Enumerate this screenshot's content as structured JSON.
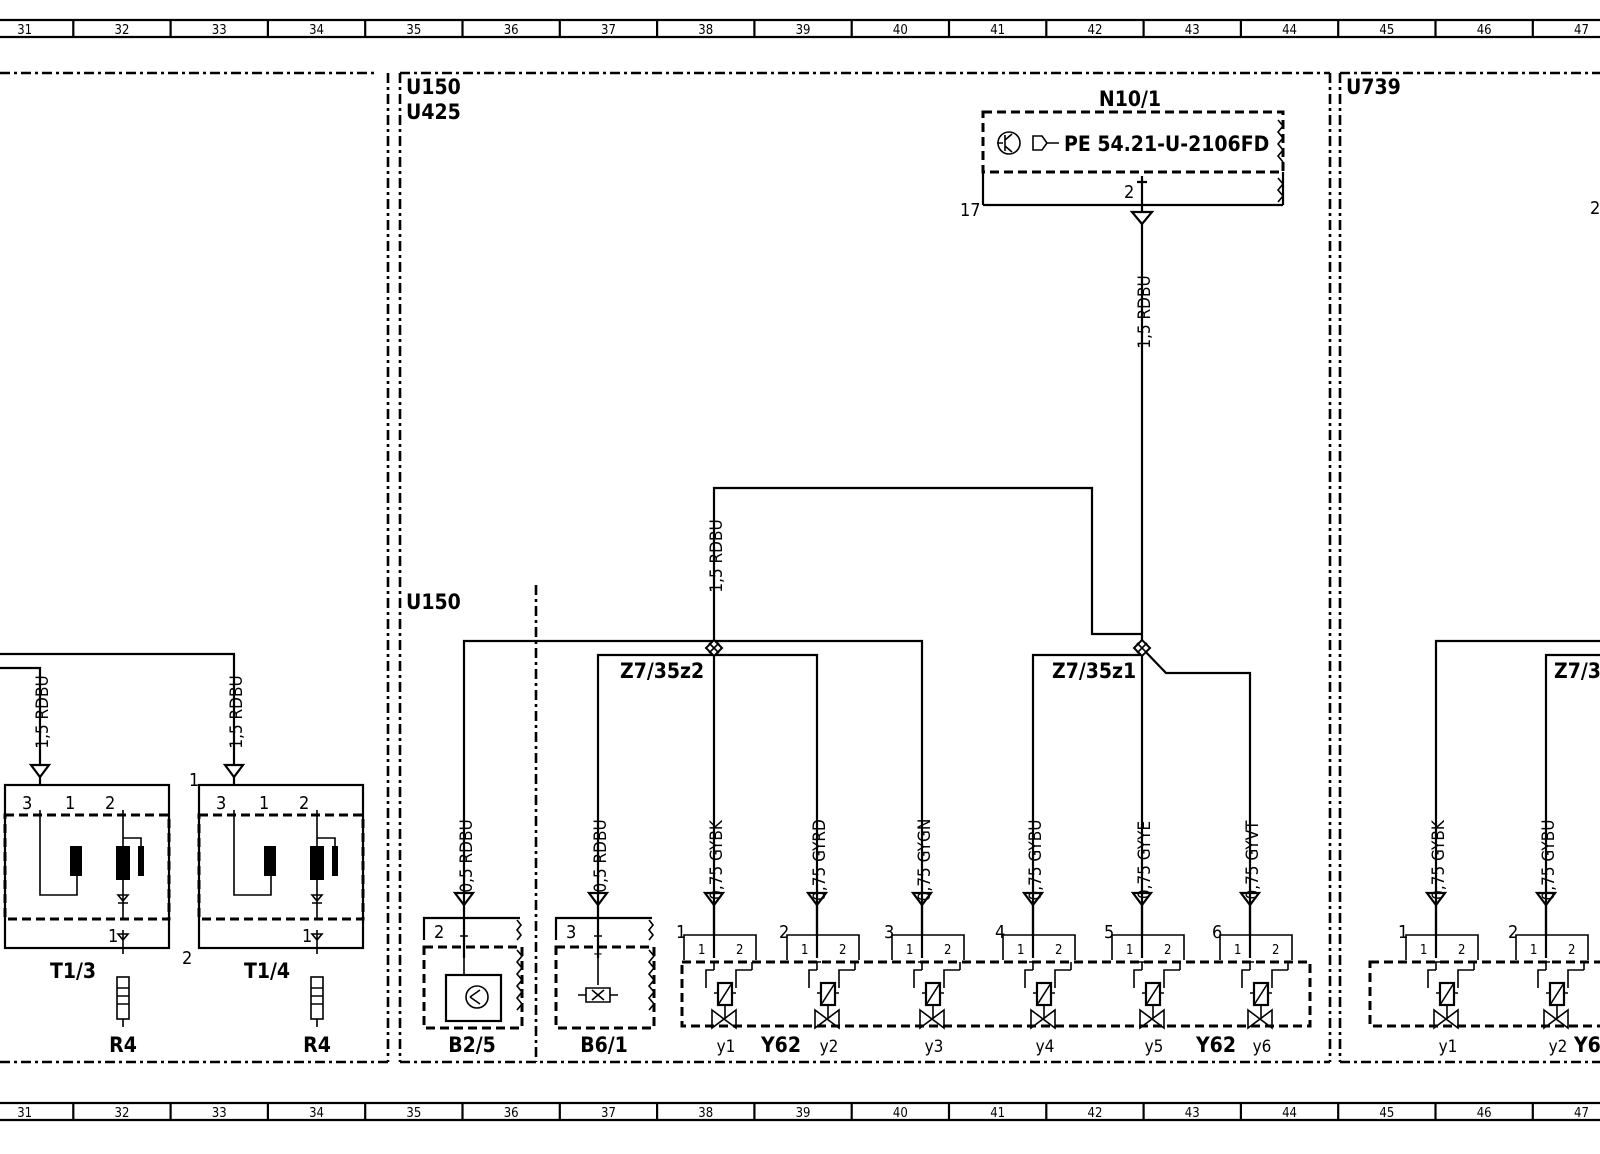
{
  "grid": {
    "columns": [
      "31",
      "32",
      "33",
      "34",
      "35",
      "36",
      "37",
      "38",
      "39",
      "40",
      "41",
      "42",
      "43",
      "44",
      "45",
      "46",
      "47"
    ]
  },
  "sections": {
    "u150": "U150",
    "u425": "U425",
    "u150_lower": "U150",
    "u739": "U739"
  },
  "module_n10_1": {
    "title": "N10/1",
    "reference": "PE  54.21-U-2106FD",
    "pin_out": "2",
    "pin_left": "17",
    "right_partial": "2"
  },
  "trunk_wire": "1,5 RDBU",
  "junctions": {
    "z2": "Z7/35z2",
    "z1": "Z7/35z1",
    "z3_partial": "Z7/3"
  },
  "left_group": {
    "wire_t13": "1,5 RDBU",
    "wire_t14": "1,5 RDBU",
    "t13": {
      "label": "T1/3",
      "load": "R4",
      "pins": [
        "3",
        "1",
        "2",
        "1"
      ]
    },
    "t14": {
      "label": "T1/4",
      "load": "R4",
      "pins": [
        "3",
        "1",
        "2",
        "1"
      ],
      "pin_outer": "1"
    },
    "between_pin": "2"
  },
  "sensors": {
    "b25": {
      "label": "B2/5",
      "pin": "2",
      "wire": "0,5 RDBU"
    },
    "b61": {
      "label": "B6/1",
      "pin": "3",
      "wire": "0,5 RDBU"
    }
  },
  "valve_block": {
    "label": "Y62",
    "valves": [
      {
        "num": "1",
        "wire": "0,75 GYBK",
        "name": "y1",
        "p1": "1",
        "p2": "2"
      },
      {
        "num": "2",
        "wire": "0,75 GYRD",
        "name": "y2",
        "p1": "1",
        "p2": "2"
      },
      {
        "num": "3",
        "wire": "0,75 GYGN",
        "name": "y3",
        "p1": "1",
        "p2": "2"
      },
      {
        "num": "4",
        "wire": "0,75 GYBU",
        "name": "y4",
        "p1": "1",
        "p2": "2"
      },
      {
        "num": "5",
        "wire": "0,75 GYYE",
        "name": "y5",
        "p1": "1",
        "p2": "2"
      },
      {
        "num": "6",
        "wire": "0,75 GYVT",
        "name": "y6",
        "p1": "1",
        "p2": "2"
      }
    ]
  },
  "u739_block": {
    "label": "Y6",
    "valves": [
      {
        "num": "1",
        "wire": "0,75 GYBK",
        "name": "y1",
        "p1": "1",
        "p2": "2"
      },
      {
        "num": "2",
        "wire": "0,75 GYBU",
        "name": "y2",
        "p1": "1",
        "p2": "2"
      }
    ]
  }
}
